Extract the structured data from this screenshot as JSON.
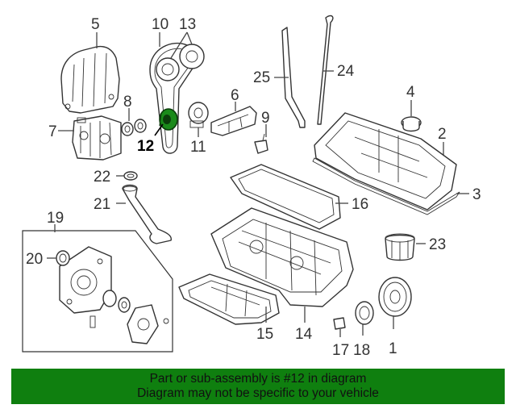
{
  "callouts": {
    "c1": "1",
    "c2": "2",
    "c3": "3",
    "c4": "4",
    "c5": "5",
    "c6": "6",
    "c7": "7",
    "c8": "8",
    "c9": "9",
    "c10": "10",
    "c11": "11",
    "c12": "12",
    "c13": "13",
    "c14": "14",
    "c15": "15",
    "c16": "16",
    "c17": "17",
    "c18": "18",
    "c19": "19",
    "c20": "20",
    "c21": "21",
    "c22": "22",
    "c23": "23",
    "c24": "24",
    "c25": "25"
  },
  "banner": {
    "line1": "Part or sub-assembly is #12 in diagram",
    "line2": "Diagram may not be specific to your vehicle"
  },
  "colors": {
    "banner_bg": "#0f7f0f",
    "highlight": "#1a8a1a"
  }
}
